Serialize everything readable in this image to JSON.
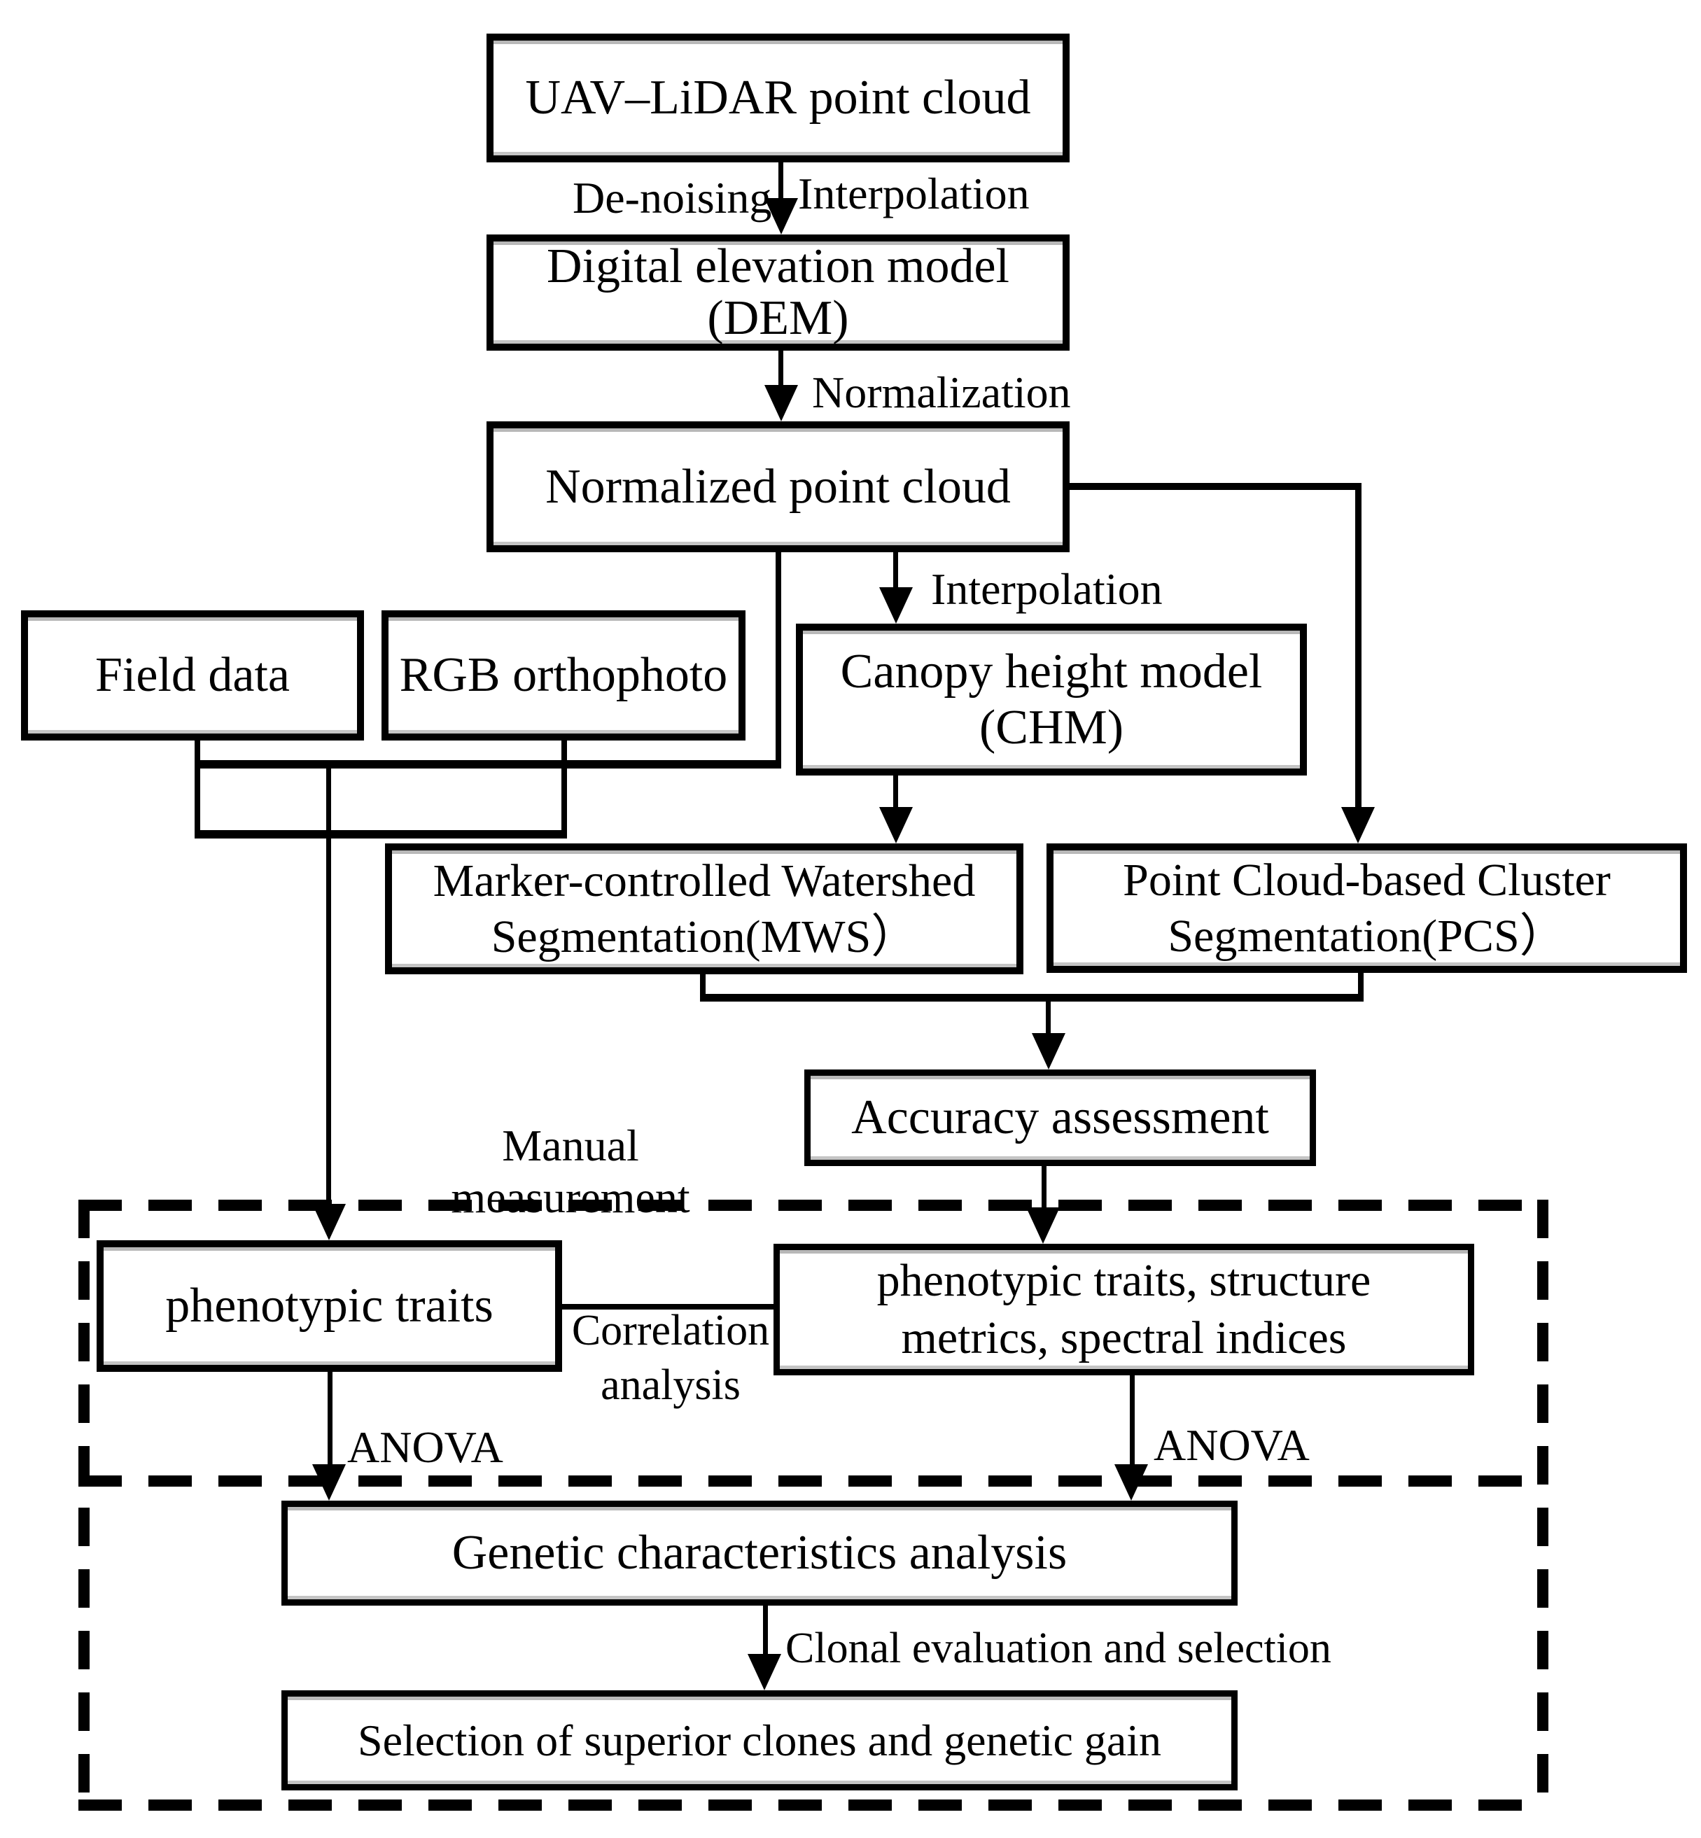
{
  "figure": {
    "type": "flowchart",
    "ink_color": "#000000",
    "paper_color": "#ffffff"
  },
  "boxes": {
    "uav": {
      "lines": [
        "UAV–LiDAR point cloud"
      ]
    },
    "dem": {
      "lines": [
        "Digital elevation model",
        "(DEM)"
      ]
    },
    "norm": {
      "lines": [
        "Normalized point cloud"
      ]
    },
    "field": {
      "lines": [
        "Field data"
      ]
    },
    "rgb": {
      "lines": [
        "RGB orthophoto"
      ]
    },
    "chm": {
      "lines": [
        "Canopy height model",
        "(CHM)"
      ]
    },
    "mws": {
      "lines": [
        "Marker-controlled Watershed",
        "Segmentation(MWS）"
      ]
    },
    "pcs": {
      "lines": [
        "Point Cloud-based Cluster",
        "Segmentation(PCS）"
      ]
    },
    "acc": {
      "lines": [
        "Accuracy assessment"
      ]
    },
    "pheno": {
      "lines": [
        "phenotypic traits"
      ]
    },
    "metrics": {
      "lines": [
        "phenotypic traits, structure",
        "metrics, spectral indices"
      ]
    },
    "genetic": {
      "lines": [
        "Genetic characteristics analysis"
      ]
    },
    "select": {
      "lines": [
        "Selection of superior clones and genetic gain"
      ]
    }
  },
  "edge_labels": {
    "denoising": "De-noising",
    "interpolation_dem": "Interpolation",
    "normalization": "Normalization",
    "interpolation_chm": "Interpolation",
    "manual": [
      "Manual",
      "measurement"
    ],
    "correlation": [
      "Correlation",
      "analysis"
    ],
    "anova_left": "ANOVA",
    "anova_right": "ANOVA",
    "clonal": "Clonal evaluation and selection"
  }
}
